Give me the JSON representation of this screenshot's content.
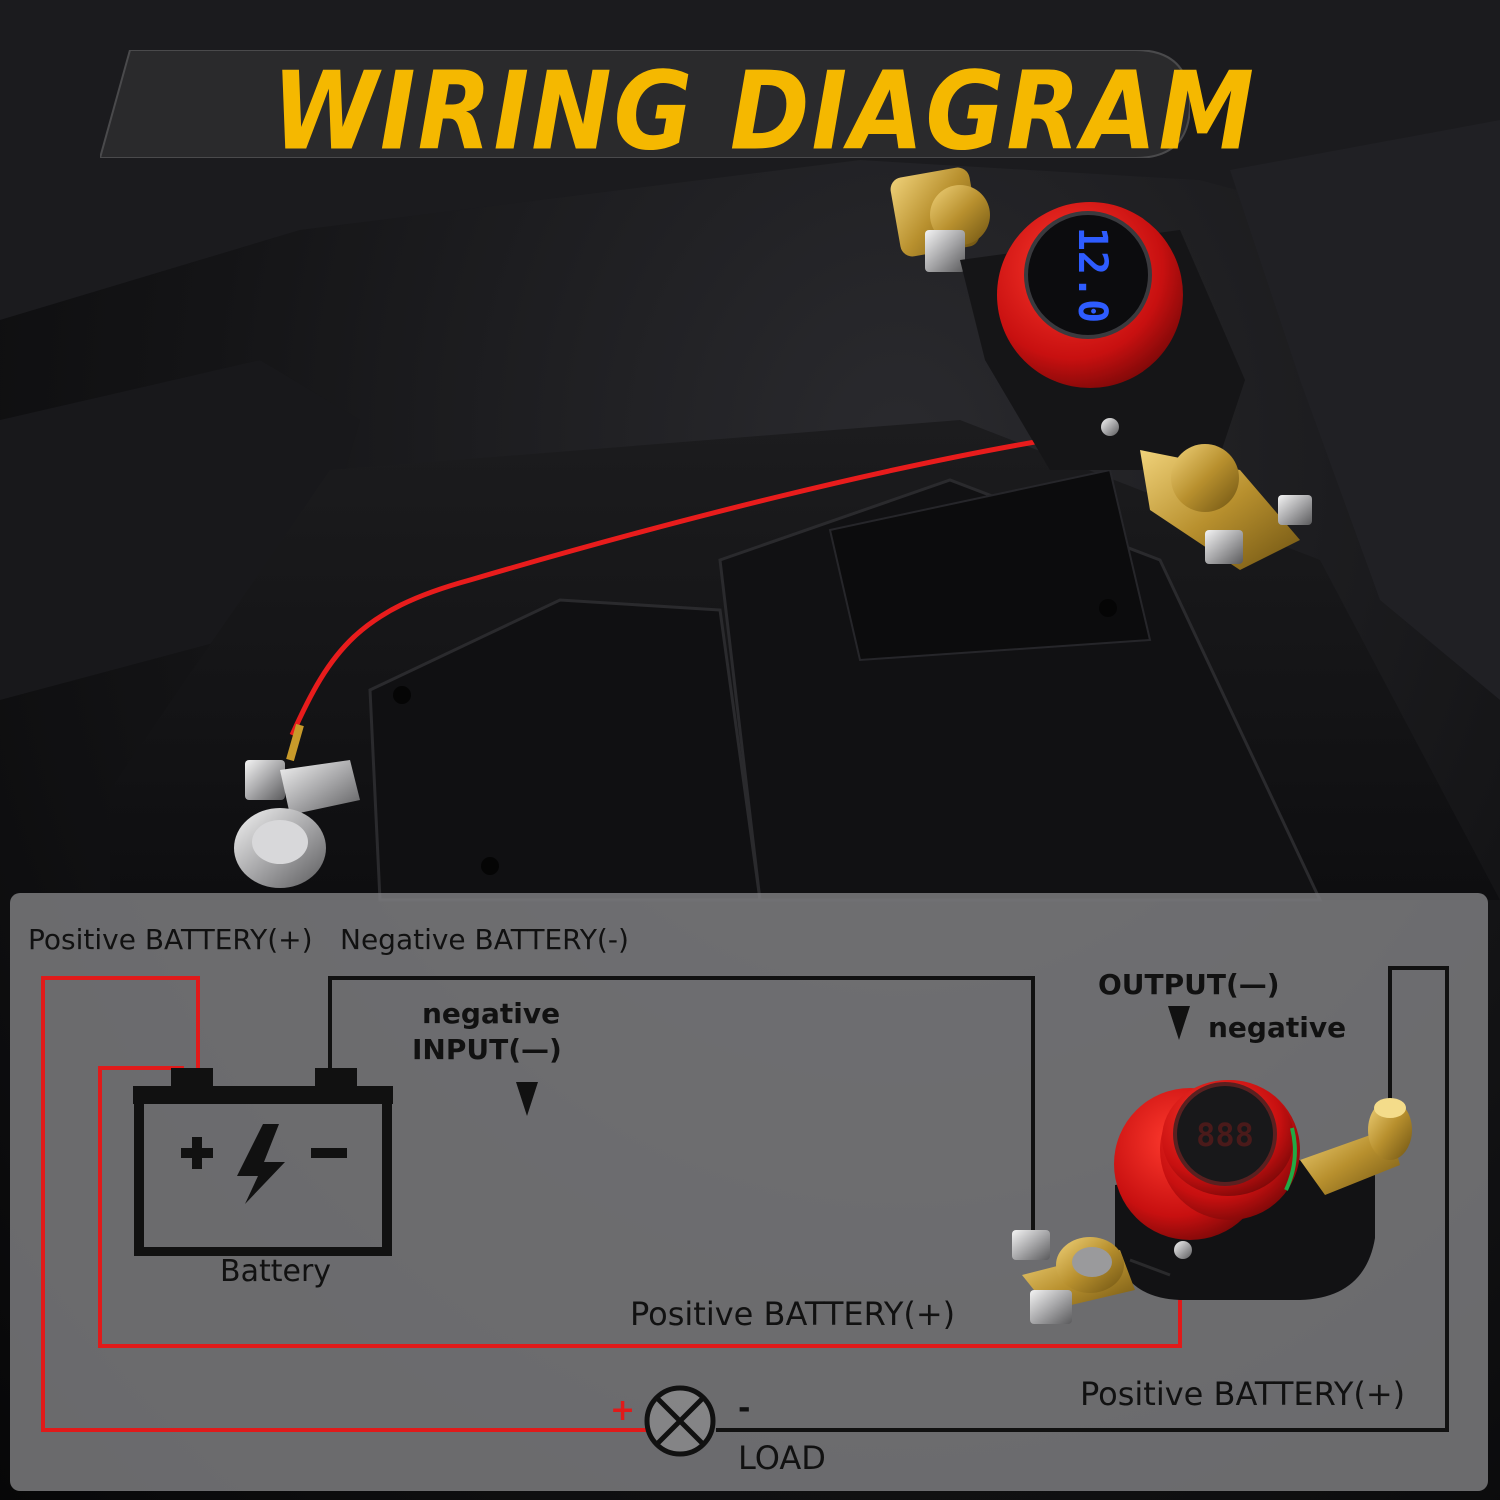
{
  "title": "WIRING DIAGRAM",
  "colors": {
    "title": "#f5b800",
    "positive_wire": "#e01a1a",
    "negative_wire": "#111111",
    "panel": "#808082",
    "switch_knob": "#d81818"
  },
  "icons": {
    "battery": "battery-icon",
    "load": "load-lamp-icon",
    "switch": "battery-disconnect-switch-icon"
  },
  "display_reading": "12.0",
  "labels": {
    "positive_battery_top": "Positive BATTERY(+)",
    "negative_battery_top": "Negative BATTERY(-)",
    "negative_input_line1": "negative",
    "negative_input_line2": "INPUT(—)",
    "output_line1": "OUTPUT(—)",
    "output_line2": "negative",
    "battery": "Battery",
    "positive_battery_mid": "Positive BATTERY(+)",
    "positive_battery_right": "Positive BATTERY(+)",
    "load": "LOAD",
    "load_plus": "+",
    "load_minus": "-"
  }
}
